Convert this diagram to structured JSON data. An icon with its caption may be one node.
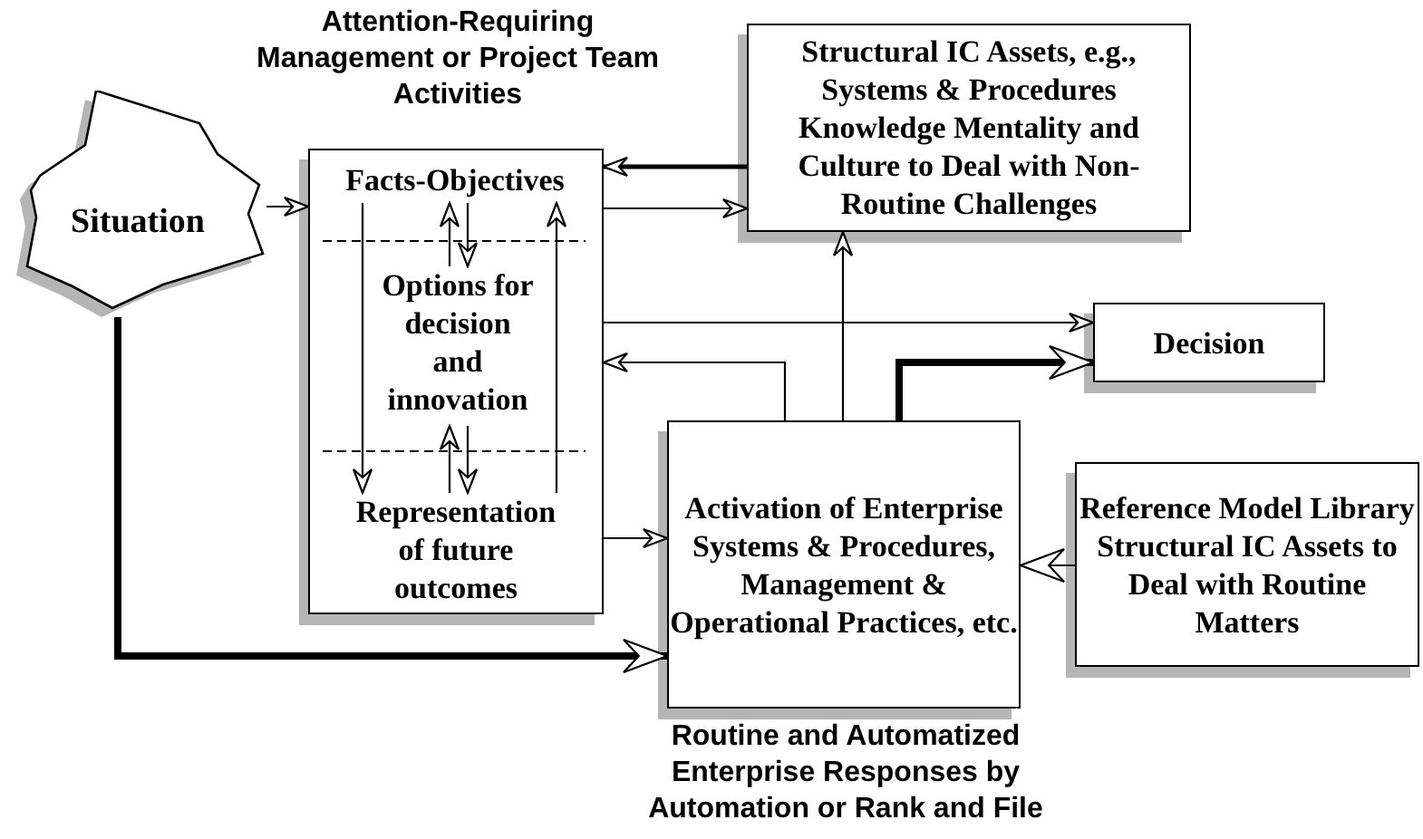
{
  "diagram": {
    "nodes": [
      {
        "text": [
          "Situation"
        ]
      },
      {
        "text": [
          "Attention-Requiring Management or Project Team Activities"
        ]
      },
      {
        "text": [
          "Facts-Objectives"
        ],
        "in": 1
      },
      {
        "text": [
          "Options for decision and innovation"
        ],
        "in": 1
      },
      {
        "text": [
          "Representation of future outcomes"
        ],
        "in": 1
      },
      {
        "text": [
          "Structural IC Assets, e.g., Systems & Procedures Knowledge Mentality and Culture to Deal with Non-Routine Challenges"
        ]
      },
      {
        "text": [
          "Decision"
        ]
      },
      {
        "text": [
          "Activation of Enterprise Systems & Procedures, Management & Operational Practices, etc.",
          "Routine and Automatized Enterprise Responses by Automation or Rank and File"
        ]
      },
      {
        "text": [
          "Reference Model Library Structural IC Assets to Deal with Routine Matters"
        ]
      }
    ],
    "edges": [
      {
        "from": 0,
        "to": 1,
        "arrow": "to"
      },
      {
        "from": 0,
        "to": 7,
        "arrow": "to",
        "style": "thick"
      },
      {
        "from": 5,
        "to": 1,
        "arrow": "to",
        "style": "thick"
      },
      {
        "from": 1,
        "to": 5,
        "arrow": "to"
      },
      {
        "from": 1,
        "to": 6,
        "arrow": "to"
      },
      {
        "from": 7,
        "to": 1,
        "arrow": "to"
      },
      {
        "from": 7,
        "to": 5,
        "arrow": "to"
      },
      {
        "from": 7,
        "to": 6,
        "arrow": "to",
        "style": "thick"
      },
      {
        "from": 1,
        "to": 7,
        "arrow": "to"
      },
      {
        "from": 8,
        "to": 7,
        "arrow": "to"
      },
      {
        "from": 2,
        "to": 4,
        "arrow": "to"
      },
      {
        "from": 4,
        "to": 2,
        "arrow": "to"
      },
      {
        "from": 2,
        "to": 3,
        "arrow": "to"
      },
      {
        "from": 3,
        "to": 2,
        "arrow": "to"
      },
      {
        "from": 3,
        "to": 4,
        "arrow": "to"
      },
      {
        "from": 4,
        "to": 3,
        "arrow": "to"
      }
    ]
  }
}
